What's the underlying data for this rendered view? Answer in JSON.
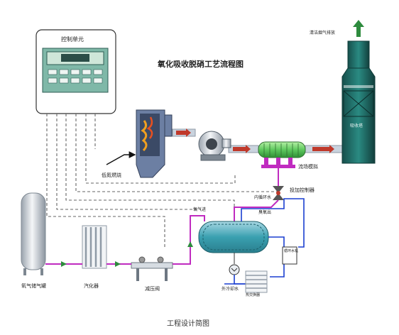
{
  "diagram": {
    "title": "氧化吸收脱硝工艺流程图",
    "caption": "工程设计简图",
    "labels": {
      "control_unit": "控制单元",
      "exhaust": "清洁烟气排放",
      "absorption_tower": "吸收塔",
      "low_nox_burner": "低氮燃烧",
      "field_simulation": "流场模拟",
      "ozone_controller": "投加控制器",
      "internal_cooling_water": "内循环水",
      "ozone_in": "氧气进",
      "ozone_out": "臭氧出",
      "oxygen_tank": "氧气储气罐",
      "vaporizer": "汽化器",
      "pressure_reducer": "减压阀",
      "cooling_water_unit": "循环水机",
      "external_cooling_water": "外冷却水",
      "heat_exchanger": "热交换器"
    }
  },
  "colors": {
    "tower": "#1f6f6a",
    "flow_arrow": "#c0392b",
    "oxygen_line": "#c02bc0",
    "water_line": "#1a3fd0",
    "ozone_tank": "#3aa0b0",
    "mixer": "#5ec85e",
    "exhaust_arrow": "#2e8b3e"
  }
}
